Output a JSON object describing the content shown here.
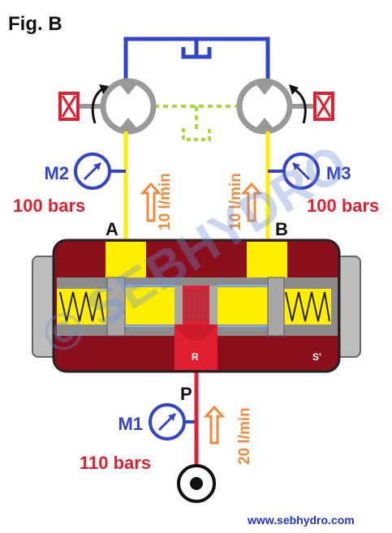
{
  "figure_title": "Fig. B",
  "ports": {
    "a": "A",
    "b": "B",
    "p": "P"
  },
  "gauges": {
    "m1": {
      "name": "M1",
      "pressure": "110 bars"
    },
    "m2": {
      "name": "M2",
      "pressure": "100 bars"
    },
    "m3": {
      "name": "M3",
      "pressure": "100 bars"
    }
  },
  "flows": {
    "left": "10 l/min",
    "right": "10 l/min",
    "pump": "20 l/min"
  },
  "valve_labels": {
    "r": "R",
    "s": "S'"
  },
  "watermark": "© SEBHYDRO",
  "website": "www.sebhydro.com",
  "colors": {
    "return_line": "#3344cc",
    "drain_line": "#aadd33",
    "work_line": "#ffee00",
    "pressure_line": "#e02030",
    "valve_body": "#8a0f1a",
    "flow_arrow": "#f08a3a",
    "gauge": "#3344cc"
  },
  "icons": [
    "motor-icon",
    "brake-icon",
    "rotation-arrow-icon",
    "pressure-gauge-icon",
    "pump-icon",
    "spring-icon",
    "tank-icon"
  ]
}
